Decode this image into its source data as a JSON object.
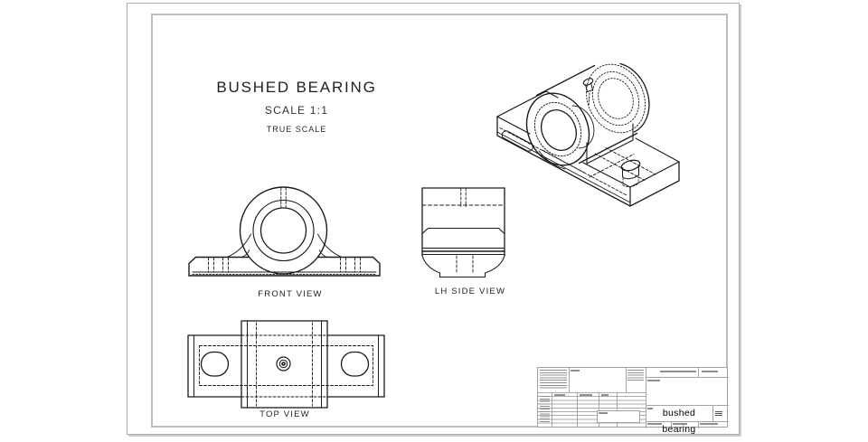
{
  "sheet": {
    "title": "BUSHED BEARING",
    "scale_label": "SCALE 1:1",
    "scale_note": "TRUE SCALE",
    "views": {
      "front": "FRONT VIEW",
      "side": "LH SIDE VIEW",
      "top": "TOP VIEW"
    },
    "title_block": {
      "drawing_name": "bushed bearing"
    },
    "colors": {
      "line": "#1a1a1a",
      "sheet_border": "#adadad",
      "frame_border": "#bcbcbc",
      "titleblock_line": "#9f9f9f"
    }
  }
}
